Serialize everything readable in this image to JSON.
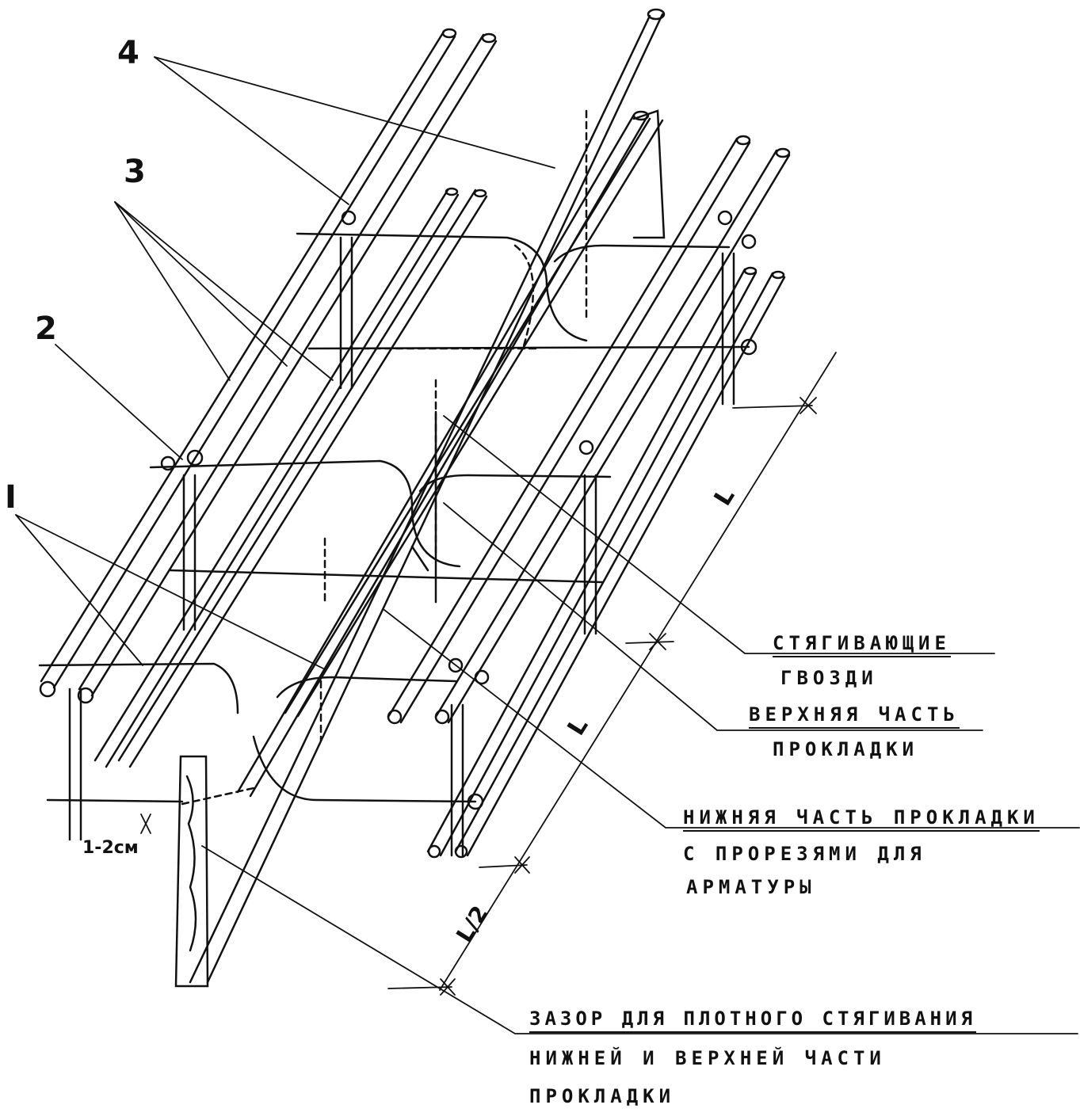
{
  "part_numbers": {
    "n4": "4",
    "n3": "3",
    "n2": "2",
    "n1": "I"
  },
  "labels": {
    "nails_line1": "СТЯГИВАЮЩИЕ",
    "nails_line2": "ГВОЗДИ",
    "upper_line1": "ВЕРХНЯЯ ЧАСТЬ",
    "upper_line2": "ПРОКЛАДКИ",
    "lower_line1": "НИЖНЯЯ ЧАСТЬ ПРОКЛАДКИ",
    "lower_line2": "С ПРОРЕЗЯМИ ДЛЯ",
    "lower_line3": "АРМАТУРЫ",
    "gap_line1": "ЗАЗОР ДЛЯ ПЛОТНОГО СТЯГИВАНИЯ",
    "gap_line2": "НИЖНЕЙ И ВЕРХНЕЙ ЧАСТИ",
    "gap_line3": "ПРОКЛАДКИ"
  },
  "dimensions": {
    "gap": "1-2см",
    "spacing_1": "L",
    "spacing_2": "L",
    "spacing_half": "L/2"
  },
  "colors": {
    "ink": "#111111",
    "paper": "#ffffff"
  }
}
